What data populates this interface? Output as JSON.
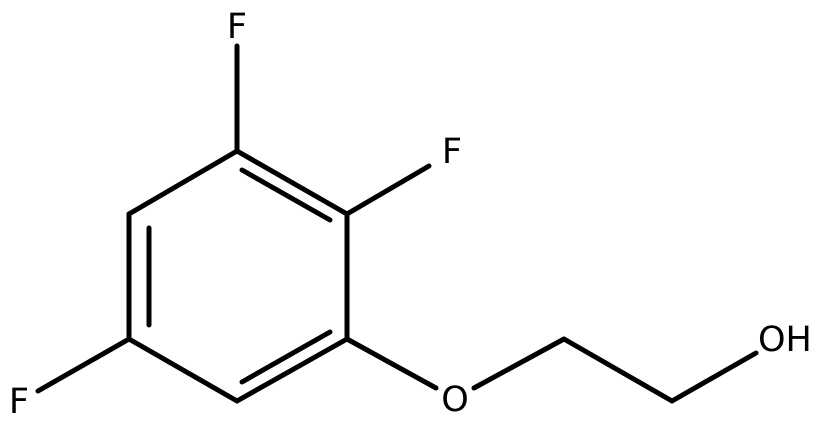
{
  "molecule": {
    "atoms": {
      "f_top": "F",
      "f_right": "F",
      "f_left": "F",
      "o_ether": "O",
      "oh": "OH"
    }
  }
}
